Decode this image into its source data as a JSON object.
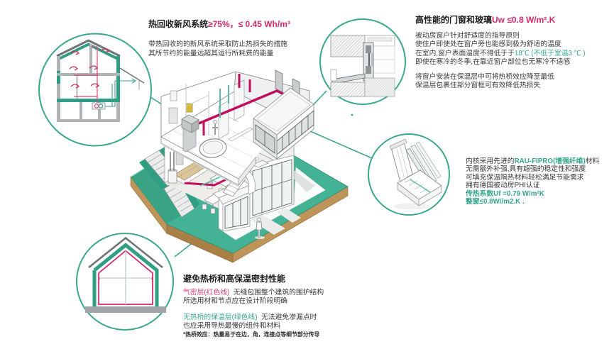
{
  "colors": {
    "accent_magenta": "#d42b6f",
    "accent_green": "#36a78b",
    "lawn_teal": "#44b294",
    "soil_tan": "#bf9458",
    "duct_crimson": "#c20d5c"
  },
  "blocks": {
    "heat_recovery": {
      "title_black": "热回收新风系统",
      "title_accent": "≥75%，≤ 0.45 Wh/m³",
      "line1": "带热回收的的新风系统采取防止热损失的措施",
      "line2": "其所节约的能量远超其运行所耗费的能量"
    },
    "windows": {
      "title_black": "高性能的门窗和玻璃",
      "title_accent": "Uw ≤0.8 W/m².K",
      "p1_l1": "被动房窗户针对舒适度的指导原则",
      "p1_l2": "使住户即使处在窗户旁也能感到极为舒适的温度",
      "p1_l3_black": "在室内,窗户表面温度不得低于于",
      "p1_l3_green": "18℃ (不低于室温3 ℃ )",
      "p1_l4": "即使在寒冷的冬季,在靠近窗户部位也无寒冷不适感",
      "p2_l1": "将窗户安装在保温层中可将热桥效应降至最低",
      "p2_l2": "保温层包裹住部分窗框可有效降低热损失"
    },
    "profile": {
      "l1_black_a": "内核采用先进的",
      "l1_green": "RAU-FIPRO(增强纤维)",
      "l1_black_b": "材料",
      "l2": "无需额外补强,具有超强的稳定性和强度",
      "l3": "可填充保温隔热材料轻松满足节能需求",
      "l4": "拥有德国被动房PHI认证",
      "l5_green": "传热系数Uf =0.79 W/m²K",
      "l6_green": "整窗≤0.8W//m2.K ."
    },
    "thermal_bridge": {
      "title": "避免热桥和高保温密封性能",
      "l1_red": "气密层(红色线)",
      "l1_black": "无缝包围整个建筑的围护结构",
      "l2": "所选用材和节点应在设计阶段明确",
      "l3_green": "无热桥的保温层(绿色线)",
      "l3_black": "无法避免渗漏点时",
      "l4": "也应采用导热最慢的组件和材料",
      "footnote": "*热桥效应：热量易于在边，角，连接点等细节部分传导"
    }
  }
}
